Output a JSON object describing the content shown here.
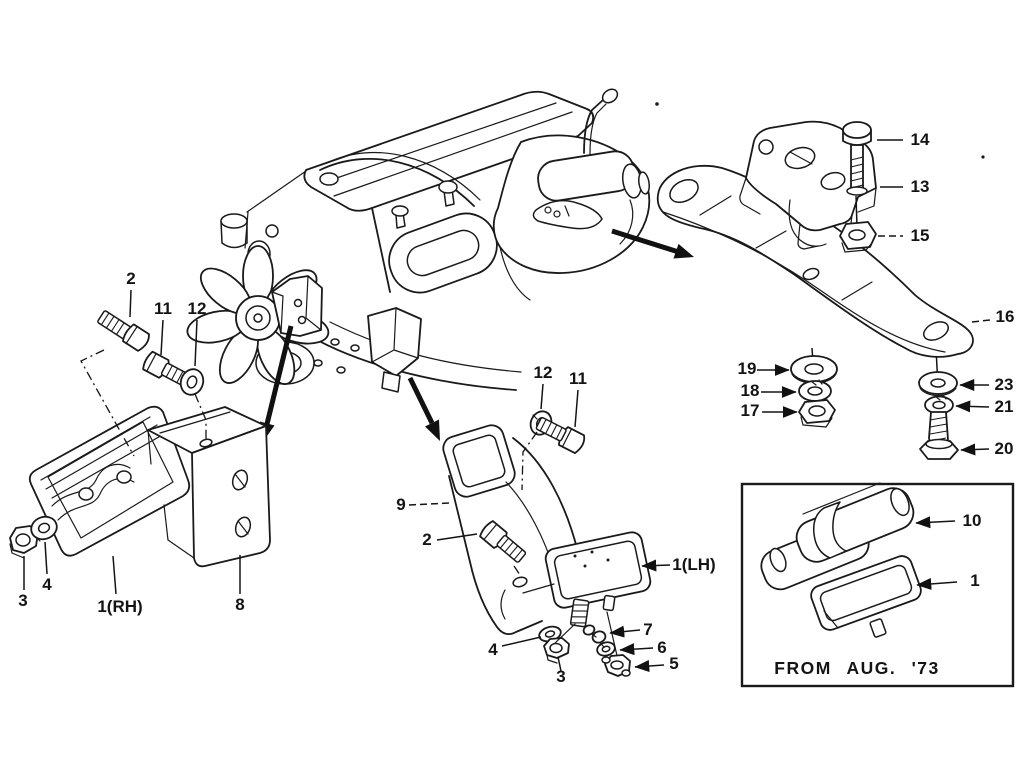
{
  "figure": {
    "type": "exploded-parts-diagram",
    "subject": "engine mounting",
    "paper_color": "#ffffff",
    "ink_color": "#1a1a1a"
  },
  "inset": {
    "caption": "FROM AUG. '73"
  },
  "labels": [
    {
      "part": "bolt",
      "group": "front-left",
      "text": "2"
    },
    {
      "part": "bolt",
      "group": "front-left",
      "text": "11"
    },
    {
      "part": "washer",
      "group": "front-left",
      "text": "12"
    },
    {
      "part": "nut",
      "group": "rh-mount",
      "text": "3"
    },
    {
      "part": "washer",
      "group": "rh-mount",
      "text": "4"
    },
    {
      "part": "insulator-rh",
      "group": "rh-mount",
      "text": "1(RH)"
    },
    {
      "part": "bracket",
      "group": "rh-mount",
      "text": "8"
    },
    {
      "part": "washer",
      "group": "lh-mount",
      "text": "12"
    },
    {
      "part": "bolt",
      "group": "lh-mount",
      "text": "11"
    },
    {
      "part": "bracket",
      "group": "lh-mount",
      "text": "9"
    },
    {
      "part": "bolt",
      "group": "lh-mount",
      "text": "2"
    },
    {
      "part": "insulator-lh",
      "group": "lh-mount",
      "text": "1(LH)"
    },
    {
      "part": "washer-small",
      "group": "lh-mount",
      "text": "7"
    },
    {
      "part": "spring-washer",
      "group": "lh-mount",
      "text": "6"
    },
    {
      "part": "nut",
      "group": "lh-mount",
      "text": "5"
    },
    {
      "part": "washer",
      "group": "lh-mount",
      "text": "4"
    },
    {
      "part": "nut",
      "group": "lh-mount",
      "text": "3"
    },
    {
      "part": "bolt",
      "group": "crossmember",
      "text": "14"
    },
    {
      "part": "mounting-bracket",
      "group": "crossmember",
      "text": "13"
    },
    {
      "part": "nut",
      "group": "crossmember",
      "text": "15"
    },
    {
      "part": "crossmember",
      "group": "crossmember",
      "text": "16"
    },
    {
      "part": "washer",
      "group": "crossmember",
      "text": "19"
    },
    {
      "part": "spring-washer",
      "group": "crossmember",
      "text": "18"
    },
    {
      "part": "nut",
      "group": "crossmember",
      "text": "17"
    },
    {
      "part": "washer",
      "group": "crossmember",
      "text": "23"
    },
    {
      "part": "spring-washer",
      "group": "crossmember",
      "text": "21"
    },
    {
      "part": "bolt",
      "group": "crossmember",
      "text": "20"
    },
    {
      "part": "insulator",
      "group": "inset",
      "text": "10"
    },
    {
      "part": "insulator",
      "group": "inset",
      "text": "1"
    }
  ]
}
